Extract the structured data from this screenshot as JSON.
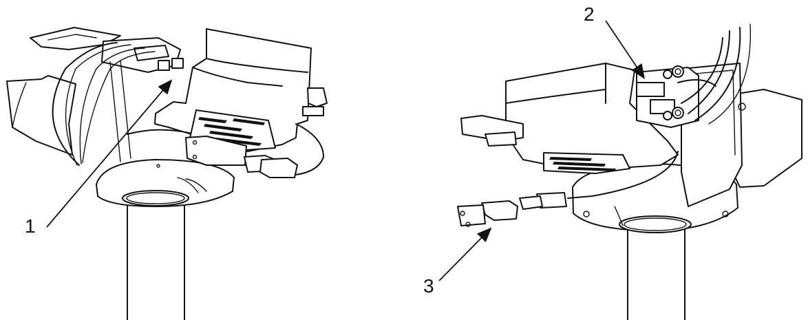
{
  "callouts": [
    {
      "id": "1",
      "label": "1"
    },
    {
      "id": "2",
      "label": "2"
    },
    {
      "id": "3",
      "label": "3"
    }
  ],
  "colors": {
    "line": "#111111",
    "background": "#ffffff"
  }
}
